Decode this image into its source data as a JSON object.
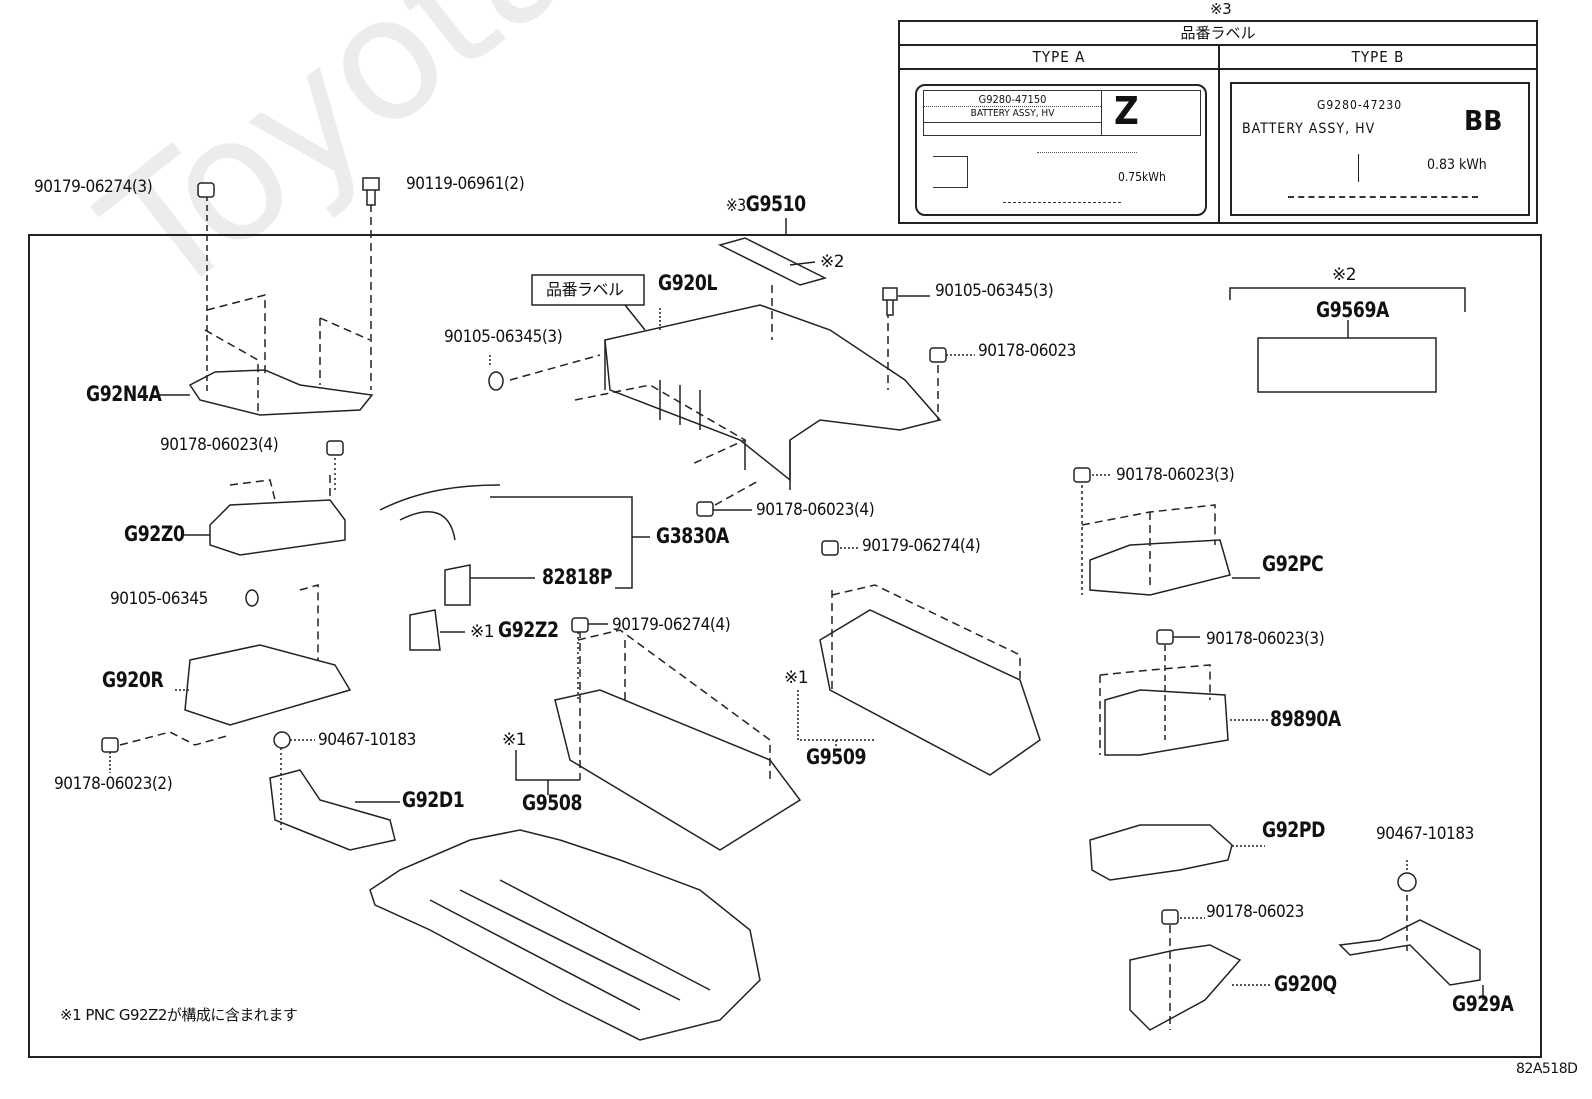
{
  "diagram": {
    "figure_code": "82A518D",
    "watermark": "ToyotaCarMiner.ru",
    "footnote": "※1 PNC G92Z2が構成に含まれます",
    "assembly": {
      "marker": "※3",
      "part": "G9510"
    }
  },
  "label_table": {
    "marker": "※3",
    "title": "品番ラベル",
    "type_a": {
      "heading": "TYPE  A",
      "part_number": "G9280-47150",
      "name": "BATTERY ASSY, HV",
      "code": "Z",
      "capacity": "0.75kWh"
    },
    "type_b": {
      "heading": "TYPE  B",
      "part_number": "G9280-47230",
      "name": "BATTERY  ASSY,  HV",
      "code": "BB",
      "capacity": "0.83 kWh"
    }
  },
  "callouts": {
    "nut_top_left": "90179-06274(3)",
    "bolt_top_left": "90119-06961(2)",
    "g92n4a": "G92N4A",
    "label_box": "品番ラベル",
    "g920l": "G920L",
    "note2_top": "※2",
    "bolt_center_left": "90105-06345(3)",
    "bolt_center_right": "90105-06345(3)",
    "nut_center_right": "90178-06023",
    "note2_right": "※2",
    "g9569a": "G9569A",
    "nut_g92z0": "90178-06023(4)",
    "g92z0": "G92Z0",
    "g3830a": "G3830A",
    "nut_under_cover": "90178-06023(4)",
    "p82818": "82818P",
    "g92z2_marker": "※1",
    "g92z2": "G92Z2",
    "bolt_g920r": "90105-06345",
    "g920r": "G920R",
    "nut_g920r": "90178-06023(2)",
    "clip_g92d1": "90467-10183",
    "g92d1": "G92D1",
    "nut_g9508": "90179-06274(4)",
    "note1_g9508": "※1",
    "g9508": "G9508",
    "nut_g9509": "90179-06274(4)",
    "note1_g9509": "※1",
    "g9509": "G9509",
    "nut_g92pc": "90178-06023(3)",
    "g92pc": "G92PC",
    "nut_89890a": "90178-06023(3)",
    "p89890a": "89890A",
    "g92pd": "G92PD",
    "clip_g929a": "90467-10183",
    "nut_g920q": "90178-06023",
    "g920q": "G920Q",
    "g929a": "G929A"
  }
}
